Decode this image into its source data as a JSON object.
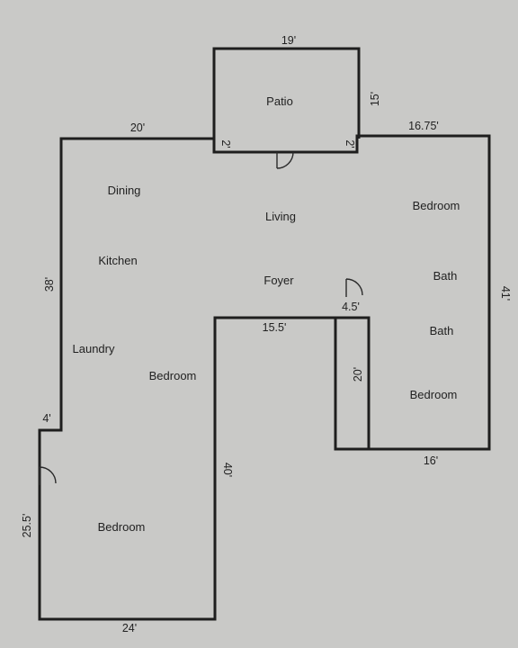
{
  "colors": {
    "paper": "#c9c9c7",
    "ink": "#1e1e1e"
  },
  "rooms": {
    "patio": "Patio",
    "dining": "Dining",
    "living": "Living",
    "bedroom_ne": "Bedroom",
    "kitchen": "Kitchen",
    "foyer": "Foyer",
    "bath_1": "Bath",
    "bath_2": "Bath",
    "laundry": "Laundry",
    "bedroom_center": "Bedroom",
    "bedroom_se": "Bedroom",
    "bedroom_sw": "Bedroom"
  },
  "dimensions": {
    "patio_top": "19'",
    "patio_side": "15'",
    "north_left": "20'",
    "north_right": "16.75'",
    "patio_jog_left": "2'",
    "patio_jog_right": "2'",
    "west_upper": "38'",
    "west_jog": "4'",
    "west_lower": "25.5'",
    "south_left": "24'",
    "inner_east": "40'",
    "inner_top": "15.5'",
    "corridor_width": "4.5'",
    "corridor_length": "20'",
    "east_side": "41'",
    "south_right": "16'"
  }
}
